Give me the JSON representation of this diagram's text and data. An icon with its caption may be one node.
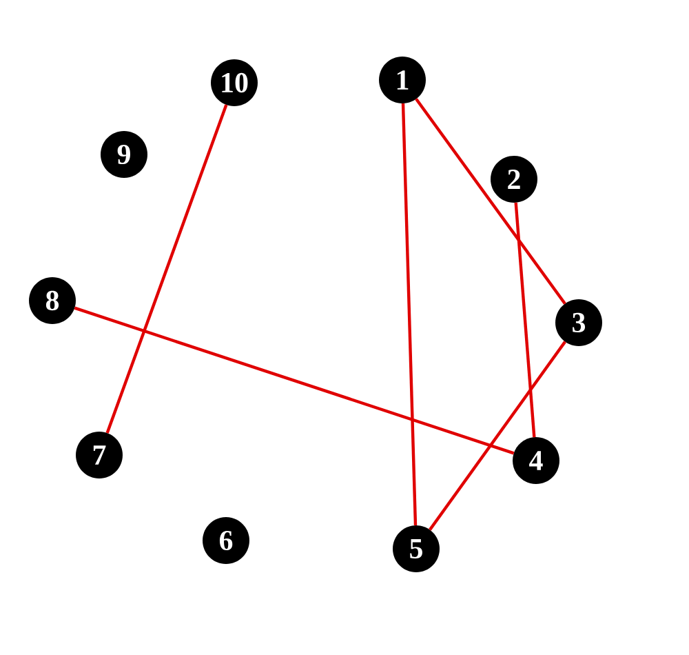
{
  "diagram": {
    "nodes": [
      {
        "text": [
          "1"
        ]
      },
      {
        "text": [
          "2"
        ]
      },
      {
        "text": [
          "3"
        ]
      },
      {
        "text": [
          "4"
        ]
      },
      {
        "text": [
          "5"
        ]
      },
      {
        "text": [
          "6"
        ]
      },
      {
        "text": [
          "7"
        ]
      },
      {
        "text": [
          "8"
        ]
      },
      {
        "text": [
          "9"
        ]
      },
      {
        "text": [
          "10"
        ]
      }
    ],
    "edges": [
      {
        "from": 0,
        "to": 4,
        "arrow": "none"
      },
      {
        "from": 0,
        "to": 2,
        "arrow": "none"
      },
      {
        "from": 1,
        "to": 3,
        "arrow": "none"
      },
      {
        "from": 2,
        "to": 4,
        "arrow": "none"
      },
      {
        "from": 7,
        "to": 3,
        "arrow": "none"
      },
      {
        "from": 9,
        "to": 6,
        "arrow": "none"
      }
    ]
  }
}
